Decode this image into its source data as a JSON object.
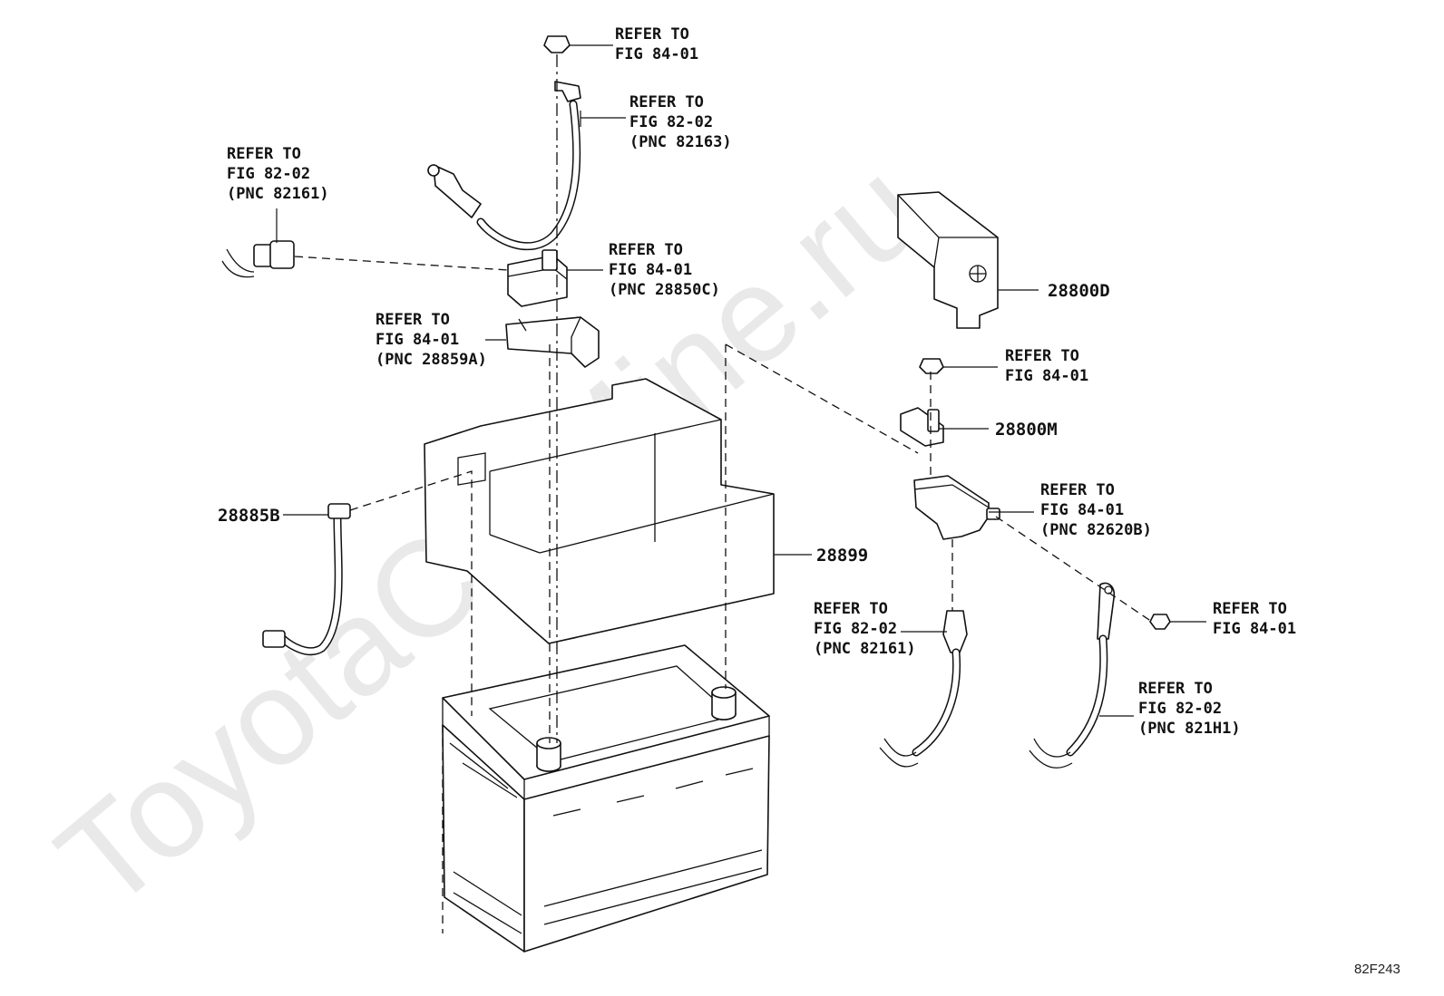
{
  "watermark": "ToyotaCarMine.ru",
  "figure_code": "82F243",
  "callouts": {
    "top_nut": {
      "line1": "REFER TO",
      "line2": "FIG 84-01"
    },
    "pos_cable": {
      "line1": "REFER TO",
      "line2": "FIG 82-02",
      "line3": "(PNC 82163)"
    },
    "left_connector": {
      "line1": "REFER TO",
      "line2": "FIG 82-02",
      "line3": "(PNC 82161)"
    },
    "pos_terminal": {
      "line1": "REFER TO",
      "line2": "FIG 84-01",
      "line3": "(PNC 28850C)"
    },
    "terminal_cover": {
      "line1": "REFER TO",
      "line2": "FIG 84-01",
      "line3": "(PNC 28859A)"
    },
    "cover_right": {
      "part_no": "28800D"
    },
    "clamp_nut": {
      "line1": "REFER TO",
      "line2": "FIG 84-01"
    },
    "clamp": {
      "part_no": "28800M"
    },
    "sensor": {
      "line1": "REFER TO",
      "line2": "FIG 84-01",
      "line3": "(PNC 82620B)"
    },
    "vent_hose": {
      "part_no": "28885B"
    },
    "insulator": {
      "part_no": "28899"
    },
    "neg_cable": {
      "line1": "REFER TO",
      "line2": "FIG 82-02",
      "line3": "(PNC 82161)"
    },
    "ground_nut": {
      "line1": "REFER TO",
      "line2": "FIG 84-01"
    },
    "ground_cable": {
      "line1": "REFER TO",
      "line2": "FIG 82-02",
      "line3": "(PNC 821H1)"
    }
  }
}
